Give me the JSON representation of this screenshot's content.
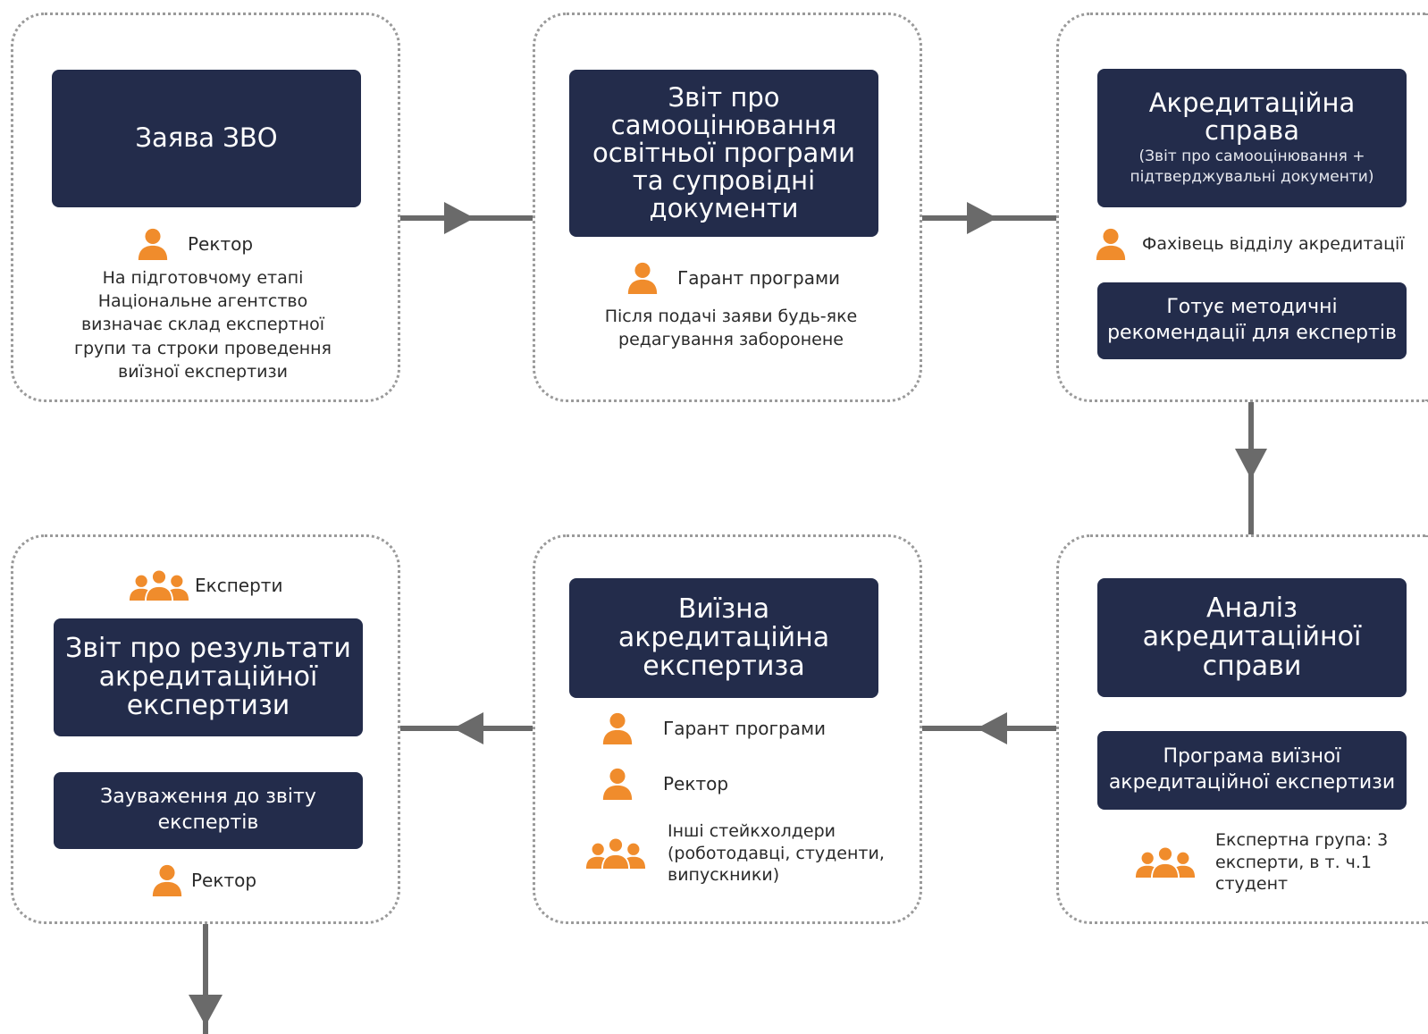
{
  "steps": {
    "application": {
      "box": "Заява ЗВО",
      "role": "Ректор",
      "note": "На підготовчому етапі Національне агентство визначає склад експертної групи та строки проведення виїзної експертизи"
    },
    "self_assessment": {
      "box": "Звіт про самооцінювання освітньої програми та супровідні документи",
      "role": "Гарант програми",
      "note": "Після подачі заяви будь-яке редагування заборонене"
    },
    "accreditation_case": {
      "box_title": "Акредитаційна справа",
      "box_subtitle": "(Звіт про самооцінювання + підтверджувальні документи)",
      "role": "Фахівець відділу акредитації",
      "sub_box": "Готує методичні рекомендації для експертів"
    },
    "case_analysis": {
      "box": "Аналіз акредитаційної справи",
      "sub_box": "Програма виїзної акредитаційної експертизи",
      "group": "Експертна група: 3 експерти, в т. ч.1 студент"
    },
    "site_visit": {
      "box": "Виїзна акредитаційна експертиза",
      "role_1": "Гарант програми",
      "role_2": "Ректор",
      "group": "Інші стейкхолдери (роботодавці, студенти, випускники)"
    },
    "report": {
      "group": "Експерти",
      "box": "Звіт про результати акредитаційної експертизи",
      "sub_box": "Зауваження до звіту експертів",
      "role": "Ректор"
    }
  },
  "colors": {
    "box_fill": "#232c4b",
    "icon": "#f08c2c",
    "connector": "#6a6a6a",
    "card_border": "#9a9a9a"
  },
  "icons": {
    "person": "person-icon",
    "group": "people-group-icon"
  }
}
